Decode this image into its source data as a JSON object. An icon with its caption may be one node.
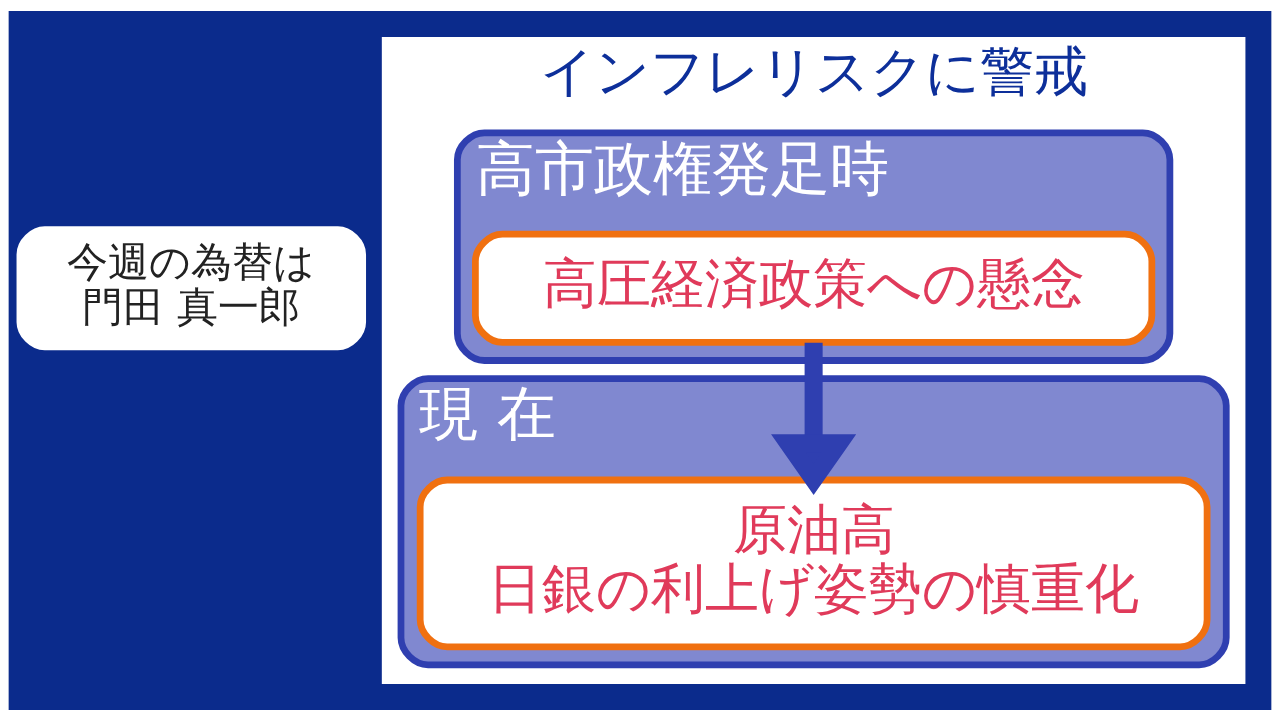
{
  "diagram": {
    "nodes": [
      {
        "text": [
          "今週の為替は",
          "門田 真一郎"
        ]
      },
      {
        "text": [
          "インフレリスクに警戒"
        ]
      },
      {
        "text": [
          "高市政権発足時"
        ],
        "in": 1
      },
      {
        "text": [
          "高圧経済政策への懸念"
        ],
        "in": 2
      },
      {
        "text": [
          "現 在"
        ],
        "in": 1
      },
      {
        "text": [
          "原油高",
          "日銀の利上げ姿勢の慎重化"
        ],
        "in": 4
      }
    ],
    "edges": [
      {
        "from": 3,
        "to": 5,
        "arrow": "to"
      }
    ]
  }
}
